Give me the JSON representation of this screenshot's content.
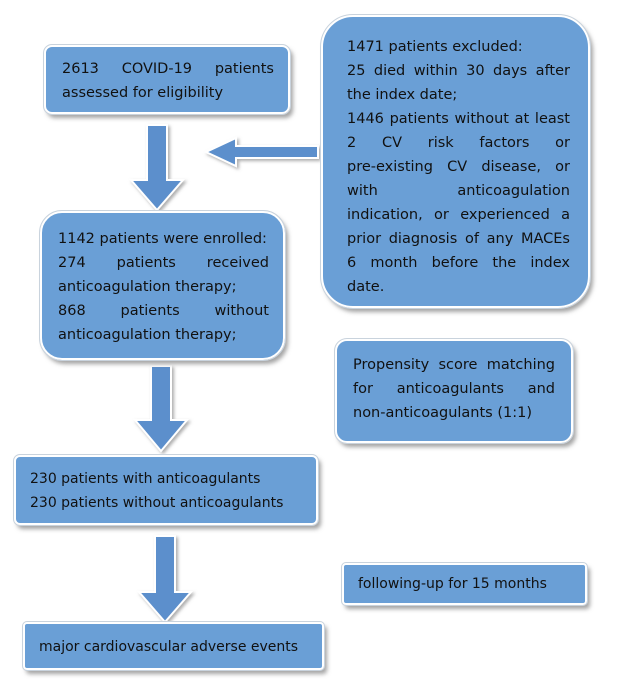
{
  "boxes": {
    "assessed": {
      "lines": [
        "2613 COVID-19 patients",
        "assessed for eligibility"
      ]
    },
    "excluded": {
      "lines": [
        "1471 patients excluded:",
        "25 died within 30 days after",
        "the index date;",
        "1446 patients without at least",
        "2 CV risk factors or",
        "pre-existing CV disease, or",
        "with anticoagulation",
        "indication, or experienced a",
        "prior diagnosis of any MACEs",
        "6 month before the index",
        "date."
      ]
    },
    "enrolled": {
      "lines": [
        "1142 patients were enrolled:",
        "274 patients received",
        "anticoagulation therapy;",
        "868 patients without",
        "anticoagulation therapy;"
      ]
    },
    "propensity": {
      "lines": [
        "Propensity score matching",
        "for anticoagulants and",
        "non-anticoagulants (1:1)"
      ]
    },
    "matched": {
      "lines": [
        "230 patients with anticoagulants",
        "230 patients without anticoagulants"
      ]
    },
    "followup": {
      "lines": [
        "following-up for 15 months"
      ]
    },
    "outcome": {
      "lines": [
        "major cardiovascular adverse events"
      ]
    }
  },
  "colors": {
    "box_fill": "#6a9fd6",
    "arrow_fill": "#5b8fcc",
    "text": "#111111"
  }
}
